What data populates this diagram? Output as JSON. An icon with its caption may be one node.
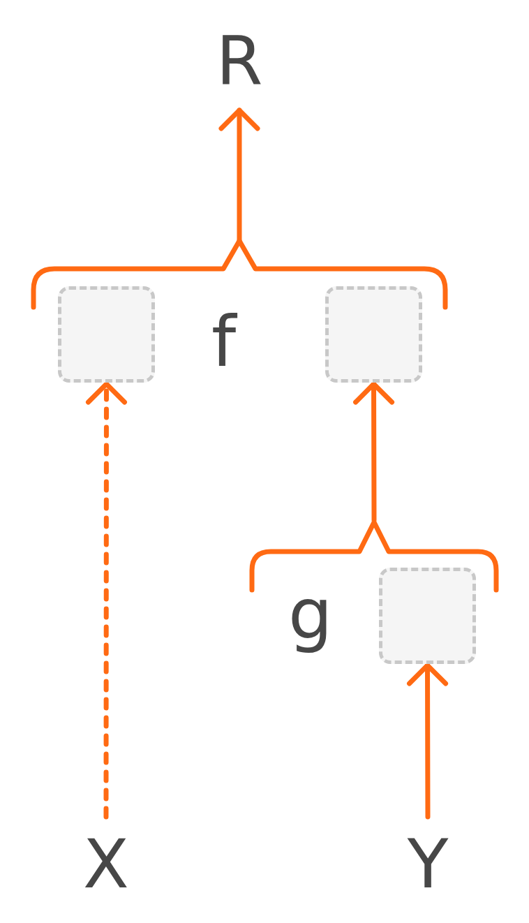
{
  "diagram": {
    "nodes": [
      {
        "text": [
          "R"
        ]
      },
      {
        "text": [
          "f"
        ]
      },
      {
        "text": [],
        "shape": "box",
        "in": 1
      },
      {
        "text": [],
        "shape": "box",
        "in": 1
      },
      {
        "text": [
          "g"
        ]
      },
      {
        "text": [],
        "shape": "box",
        "in": 4
      },
      {
        "text": [
          "X"
        ]
      },
      {
        "text": [
          "Y"
        ]
      }
    ],
    "edges": [
      {
        "from": 1,
        "to": 0,
        "arrow": "to"
      },
      {
        "from": 6,
        "to": 2,
        "arrow": "to",
        "style": "dashed"
      },
      {
        "from": 4,
        "to": 3,
        "arrow": "to"
      },
      {
        "from": 7,
        "to": 5,
        "arrow": "to"
      }
    ]
  }
}
